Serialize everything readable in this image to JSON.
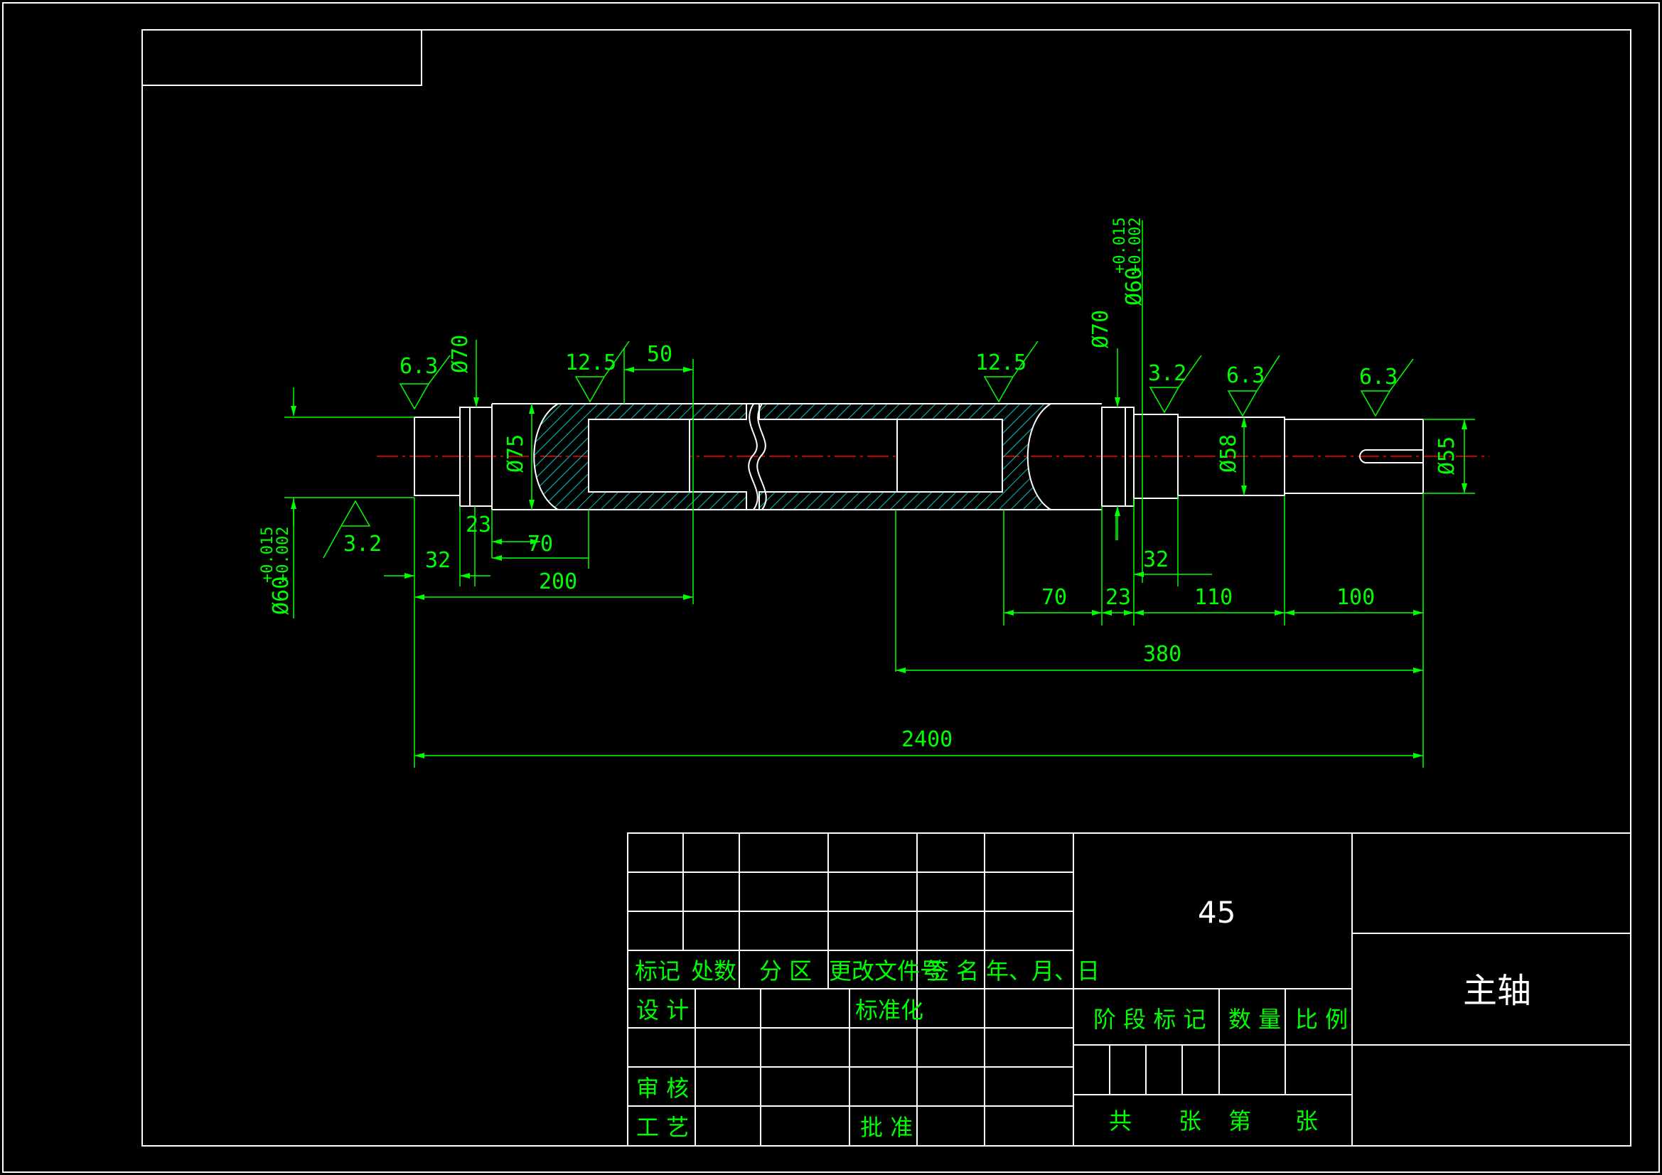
{
  "dimensions": {
    "d_2400": "2400",
    "d_380": "380",
    "d_200": "200",
    "d_70_left": "70",
    "d_32_left": "32",
    "d_23_left": "23",
    "d_50": "50",
    "d_70_right": "70",
    "d_23_right": "23",
    "d_110": "110",
    "d_100": "100",
    "d_32_right": "32",
    "dia_75": "Ø75",
    "dia_70_left": "Ø70",
    "dia_70_right": "Ø70",
    "dia_58": "Ø58",
    "dia_55": "Ø55",
    "dia_60_left_main": "Ø60",
    "dia_60_left_upper": "+0.015",
    "dia_60_left_lower": "+0.002",
    "dia_60_right_main": "Ø60",
    "dia_60_right_upper": "+0.015",
    "dia_60_right_lower": "+0.002"
  },
  "roughness": {
    "r_left_top": "6.3",
    "r_left_bottom": "3.2",
    "r_left_bore": "12.5",
    "r_right_bore": "12.5",
    "r_right_bearing": "3.2",
    "r_right_58": "6.3",
    "r_right_55": "6.3"
  },
  "title_block": {
    "material": "45",
    "part_name": "主轴",
    "rev_headers": {
      "mark": "标记",
      "count": "处数",
      "zone": "分 区",
      "doc_no": "更改文件号",
      "sign": "签 名",
      "date": "年、月、日"
    },
    "design": "设 计",
    "standardization": "标准化",
    "check": "审 核",
    "process": "工 艺",
    "approve": "批 准",
    "stage_mark": "阶 段 标 记",
    "quantity": "数 量",
    "scale": "比 例",
    "sheets_total": "共",
    "sheets_unit_1": "张",
    "sheet_no": "第",
    "sheets_unit_2": "张"
  },
  "colors": {
    "background": "#000000",
    "outline": "#ffffff",
    "dimension": "#00ff00",
    "hatch": "#00c8c8",
    "centerline": "#ff0000"
  }
}
